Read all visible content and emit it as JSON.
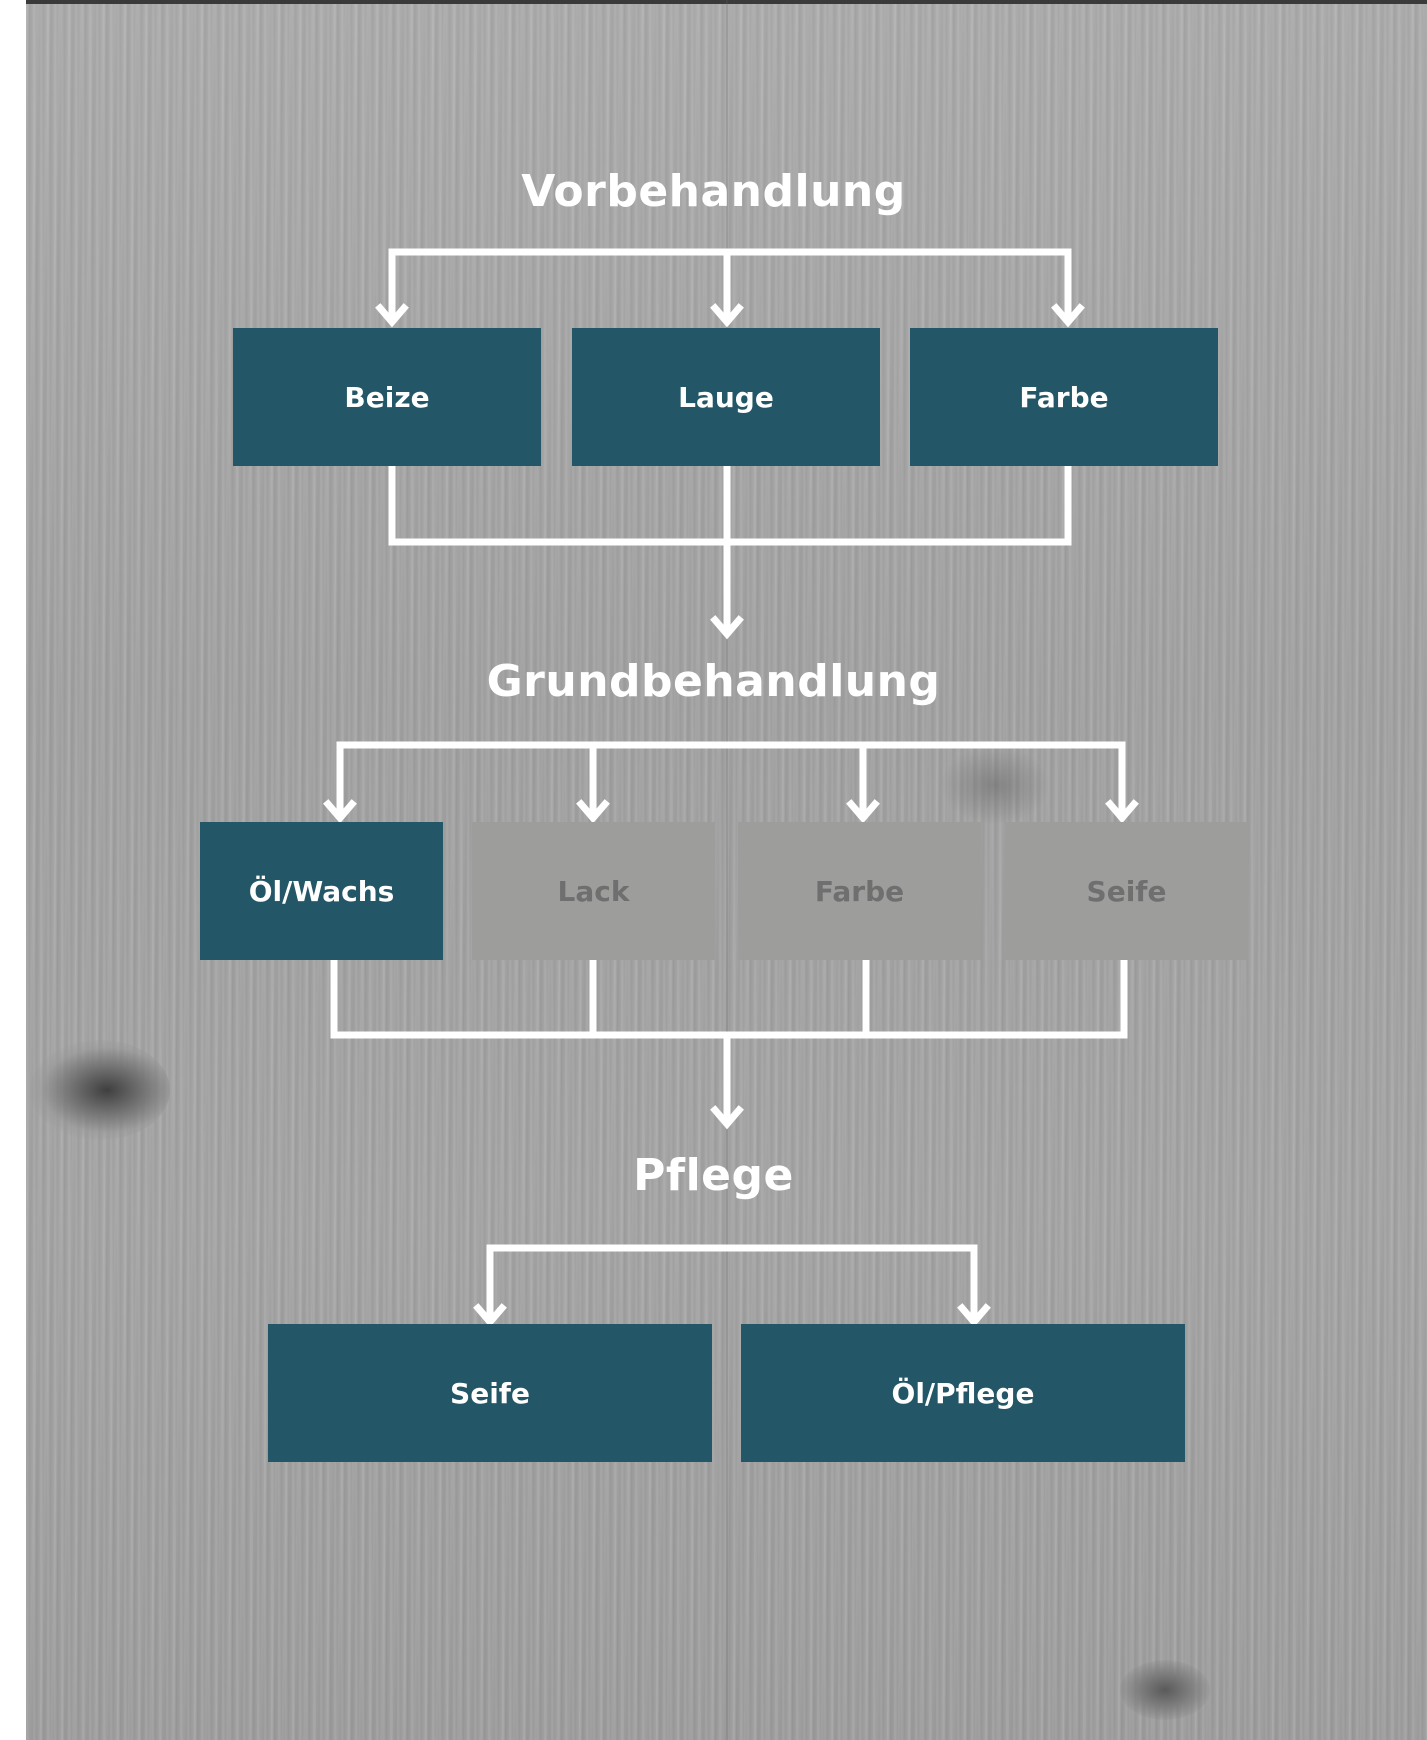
{
  "headings": {
    "pre": "Vorbehandlung",
    "base": "Grundbehandlung",
    "care": "Pflege"
  },
  "pre_options": [
    {
      "label": "Beize",
      "active": true
    },
    {
      "label": "Lauge",
      "active": true
    },
    {
      "label": "Farbe",
      "active": true
    }
  ],
  "base_options": [
    {
      "label": "Öl/Wachs",
      "active": true
    },
    {
      "label": "Lack",
      "active": false
    },
    {
      "label": "Farbe",
      "active": false
    },
    {
      "label": "Seife",
      "active": false
    }
  ],
  "care_options": [
    {
      "label": "Seife",
      "active": true
    },
    {
      "label": "Öl/Pflege",
      "active": true
    }
  ],
  "colors": {
    "active_box": "#235666",
    "inactive_box": "#9d9d9c",
    "connector": "#ffffff"
  }
}
